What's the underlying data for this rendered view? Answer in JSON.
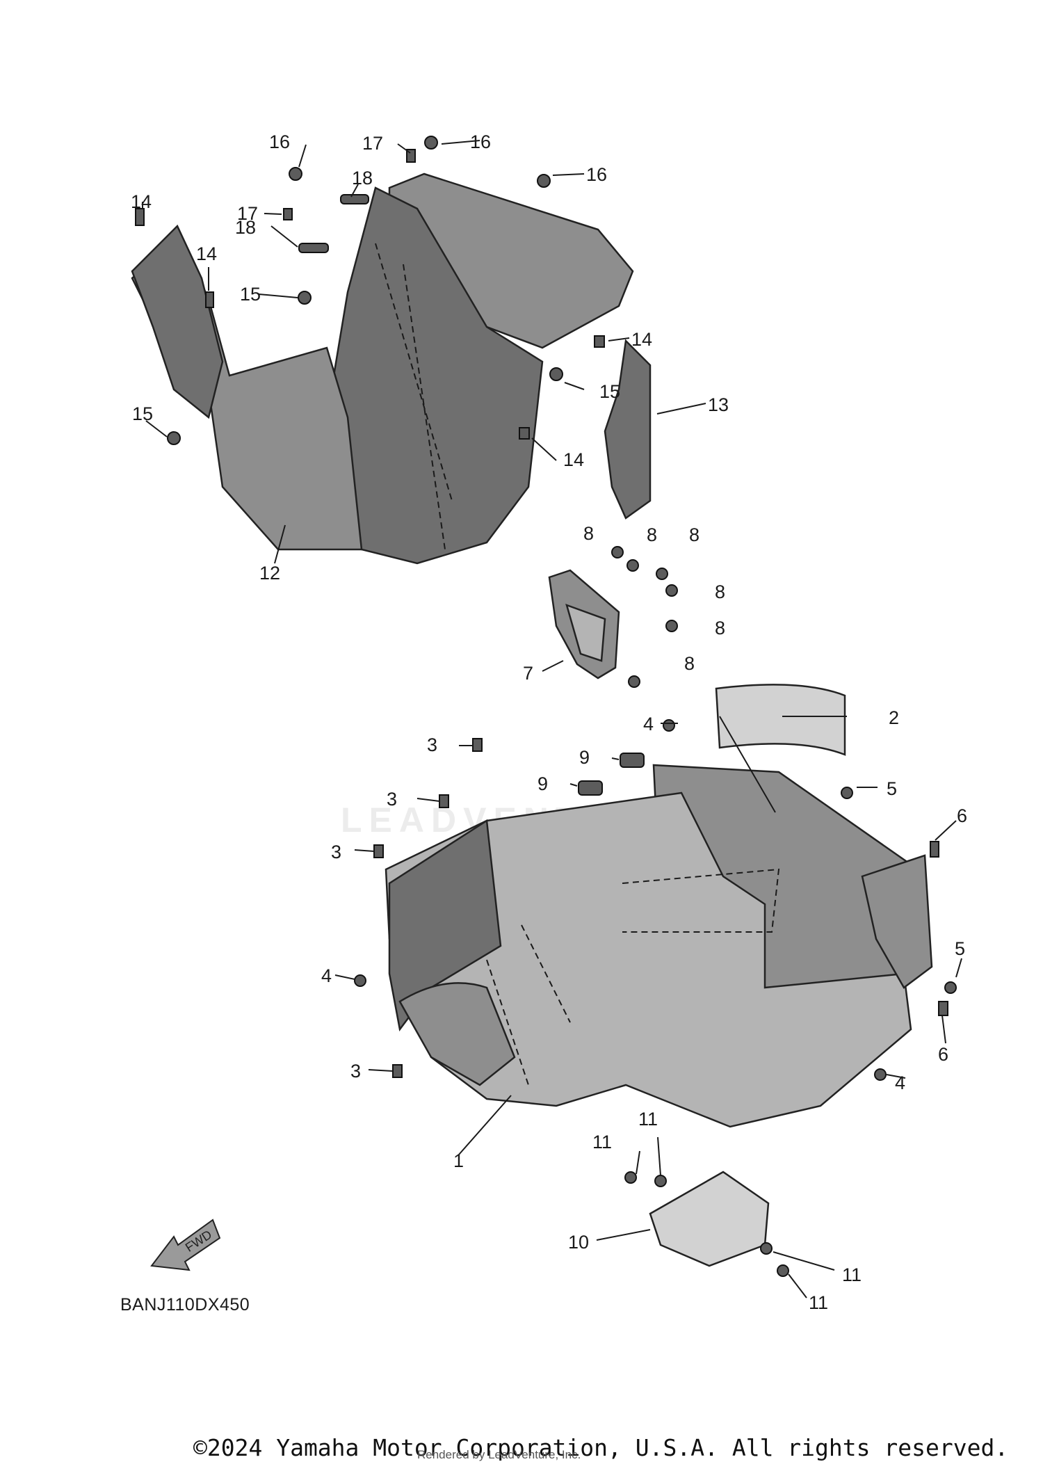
{
  "diagram_code": "BANJ110DX450",
  "fwd_label": "FWD",
  "copyright": "©2024 Yamaha Motor Corporation, U.S.A. All rights reserved.",
  "rendered_by": "Rendered by LeadVenture, Inc.",
  "watermark": "LEADVENTURE",
  "callouts": [
    "1",
    "2",
    "3",
    "4",
    "5",
    "6",
    "7",
    "8",
    "9",
    "10",
    "11",
    "12",
    "13",
    "14",
    "15",
    "16",
    "17",
    "18"
  ]
}
